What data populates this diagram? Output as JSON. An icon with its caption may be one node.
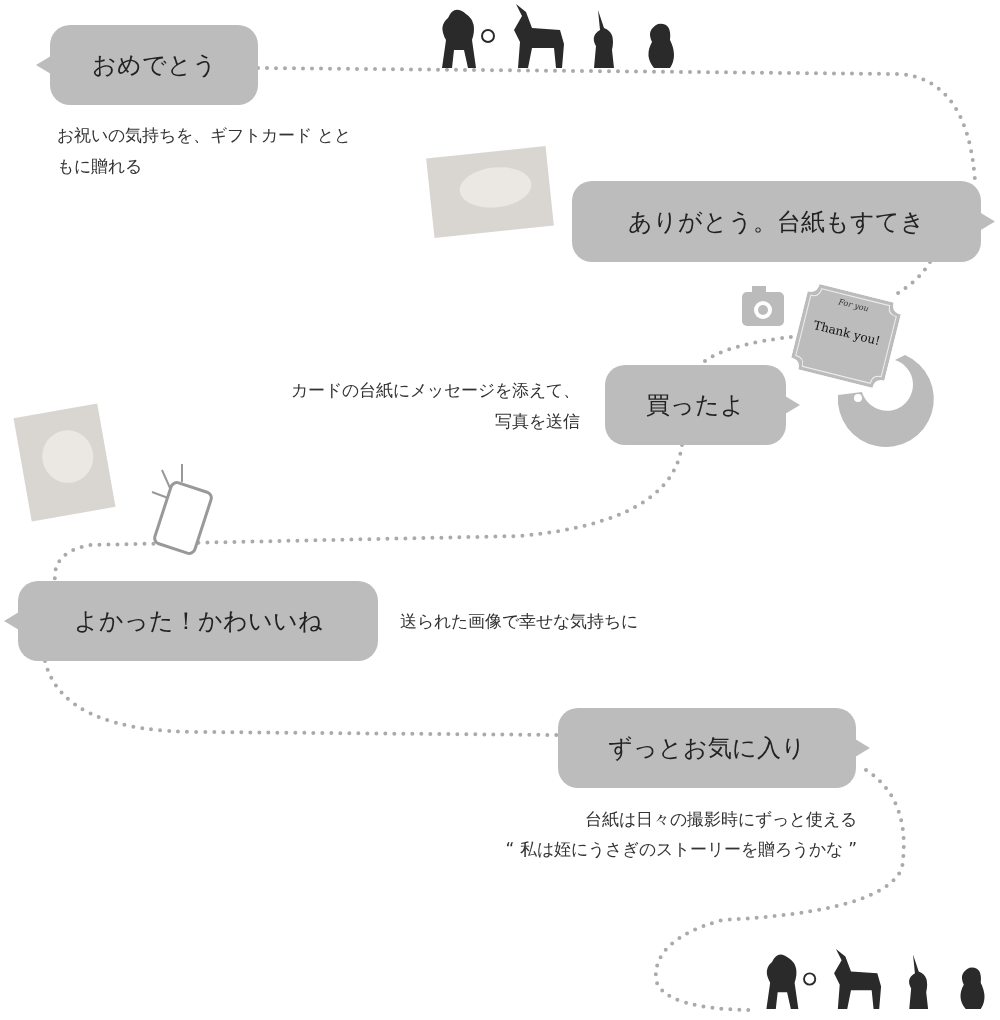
{
  "diagram": {
    "nodes": [
      {
        "text": [
          "おめでとう"
        ],
        "beside": [
          "お祝いの気持ちを、ギフトカード とともに贈れる"
        ]
      },
      {
        "text": [
          "ありがとう。台紙もすてき"
        ]
      },
      {
        "text": [
          "買ったよ"
        ],
        "beside": [
          "カードの台紙にメッセージを添えて、写真を送信"
        ]
      },
      {
        "text": [
          "よかった！かわいいね"
        ],
        "beside": [
          "送られた画像で幸せな気持ちに"
        ]
      },
      {
        "text": [
          "ずっとお気に入り"
        ],
        "beside": [
          "台紙は日々の撮影時にずっと使える",
          "“ 私は姪にうさぎのストーリーを贈ろうかな ”"
        ]
      },
      {
        "text": [
          "For you",
          "Thank you!"
        ]
      },
      {
        "text": [],
        "shape": "picture"
      }
    ],
    "edges": [
      {
        "from": 0,
        "to": 1,
        "arrow": "none",
        "style": "dashed"
      },
      {
        "from": 1,
        "to": 5,
        "arrow": "none",
        "style": "dashed"
      },
      {
        "from": 5,
        "to": 2,
        "arrow": "none",
        "style": "dashed"
      },
      {
        "from": 2,
        "to": 3,
        "arrow": "none",
        "style": "dashed"
      },
      {
        "from": 3,
        "to": 4,
        "arrow": "none",
        "style": "dashed"
      },
      {
        "from": 4,
        "to": 6,
        "arrow": "none",
        "style": "dashed"
      }
    ]
  }
}
